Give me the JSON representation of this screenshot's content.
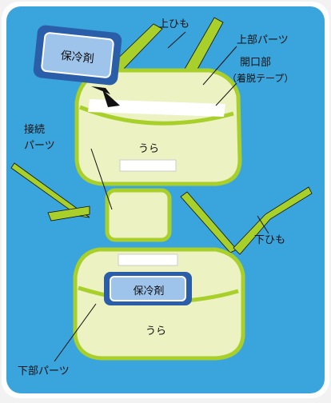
{
  "labels": {
    "top_strap": "上ひも",
    "top_part": "上部パーツ",
    "opening_line1": "開口部",
    "opening_line2": "（着脱テープ）",
    "connect_line1": "接続",
    "connect_line2": "パーツ",
    "bottom_strap": "下ひも",
    "bottom_part": "下部パーツ"
  },
  "pack_top": "保冷剤",
  "pack_bottom": "保冷剤",
  "back_top": "うら",
  "back_bottom": "うら",
  "colors": {
    "background": "#3aa4dc",
    "frame": "#ffffff",
    "part_fill": "#ecf2c2",
    "outline": "#a8cf2a",
    "pack_fill": "#9fc4ec",
    "pack_border": "#2b5ea9",
    "tape": "#ffffff",
    "arrow": "#111111",
    "text": "#111111"
  }
}
